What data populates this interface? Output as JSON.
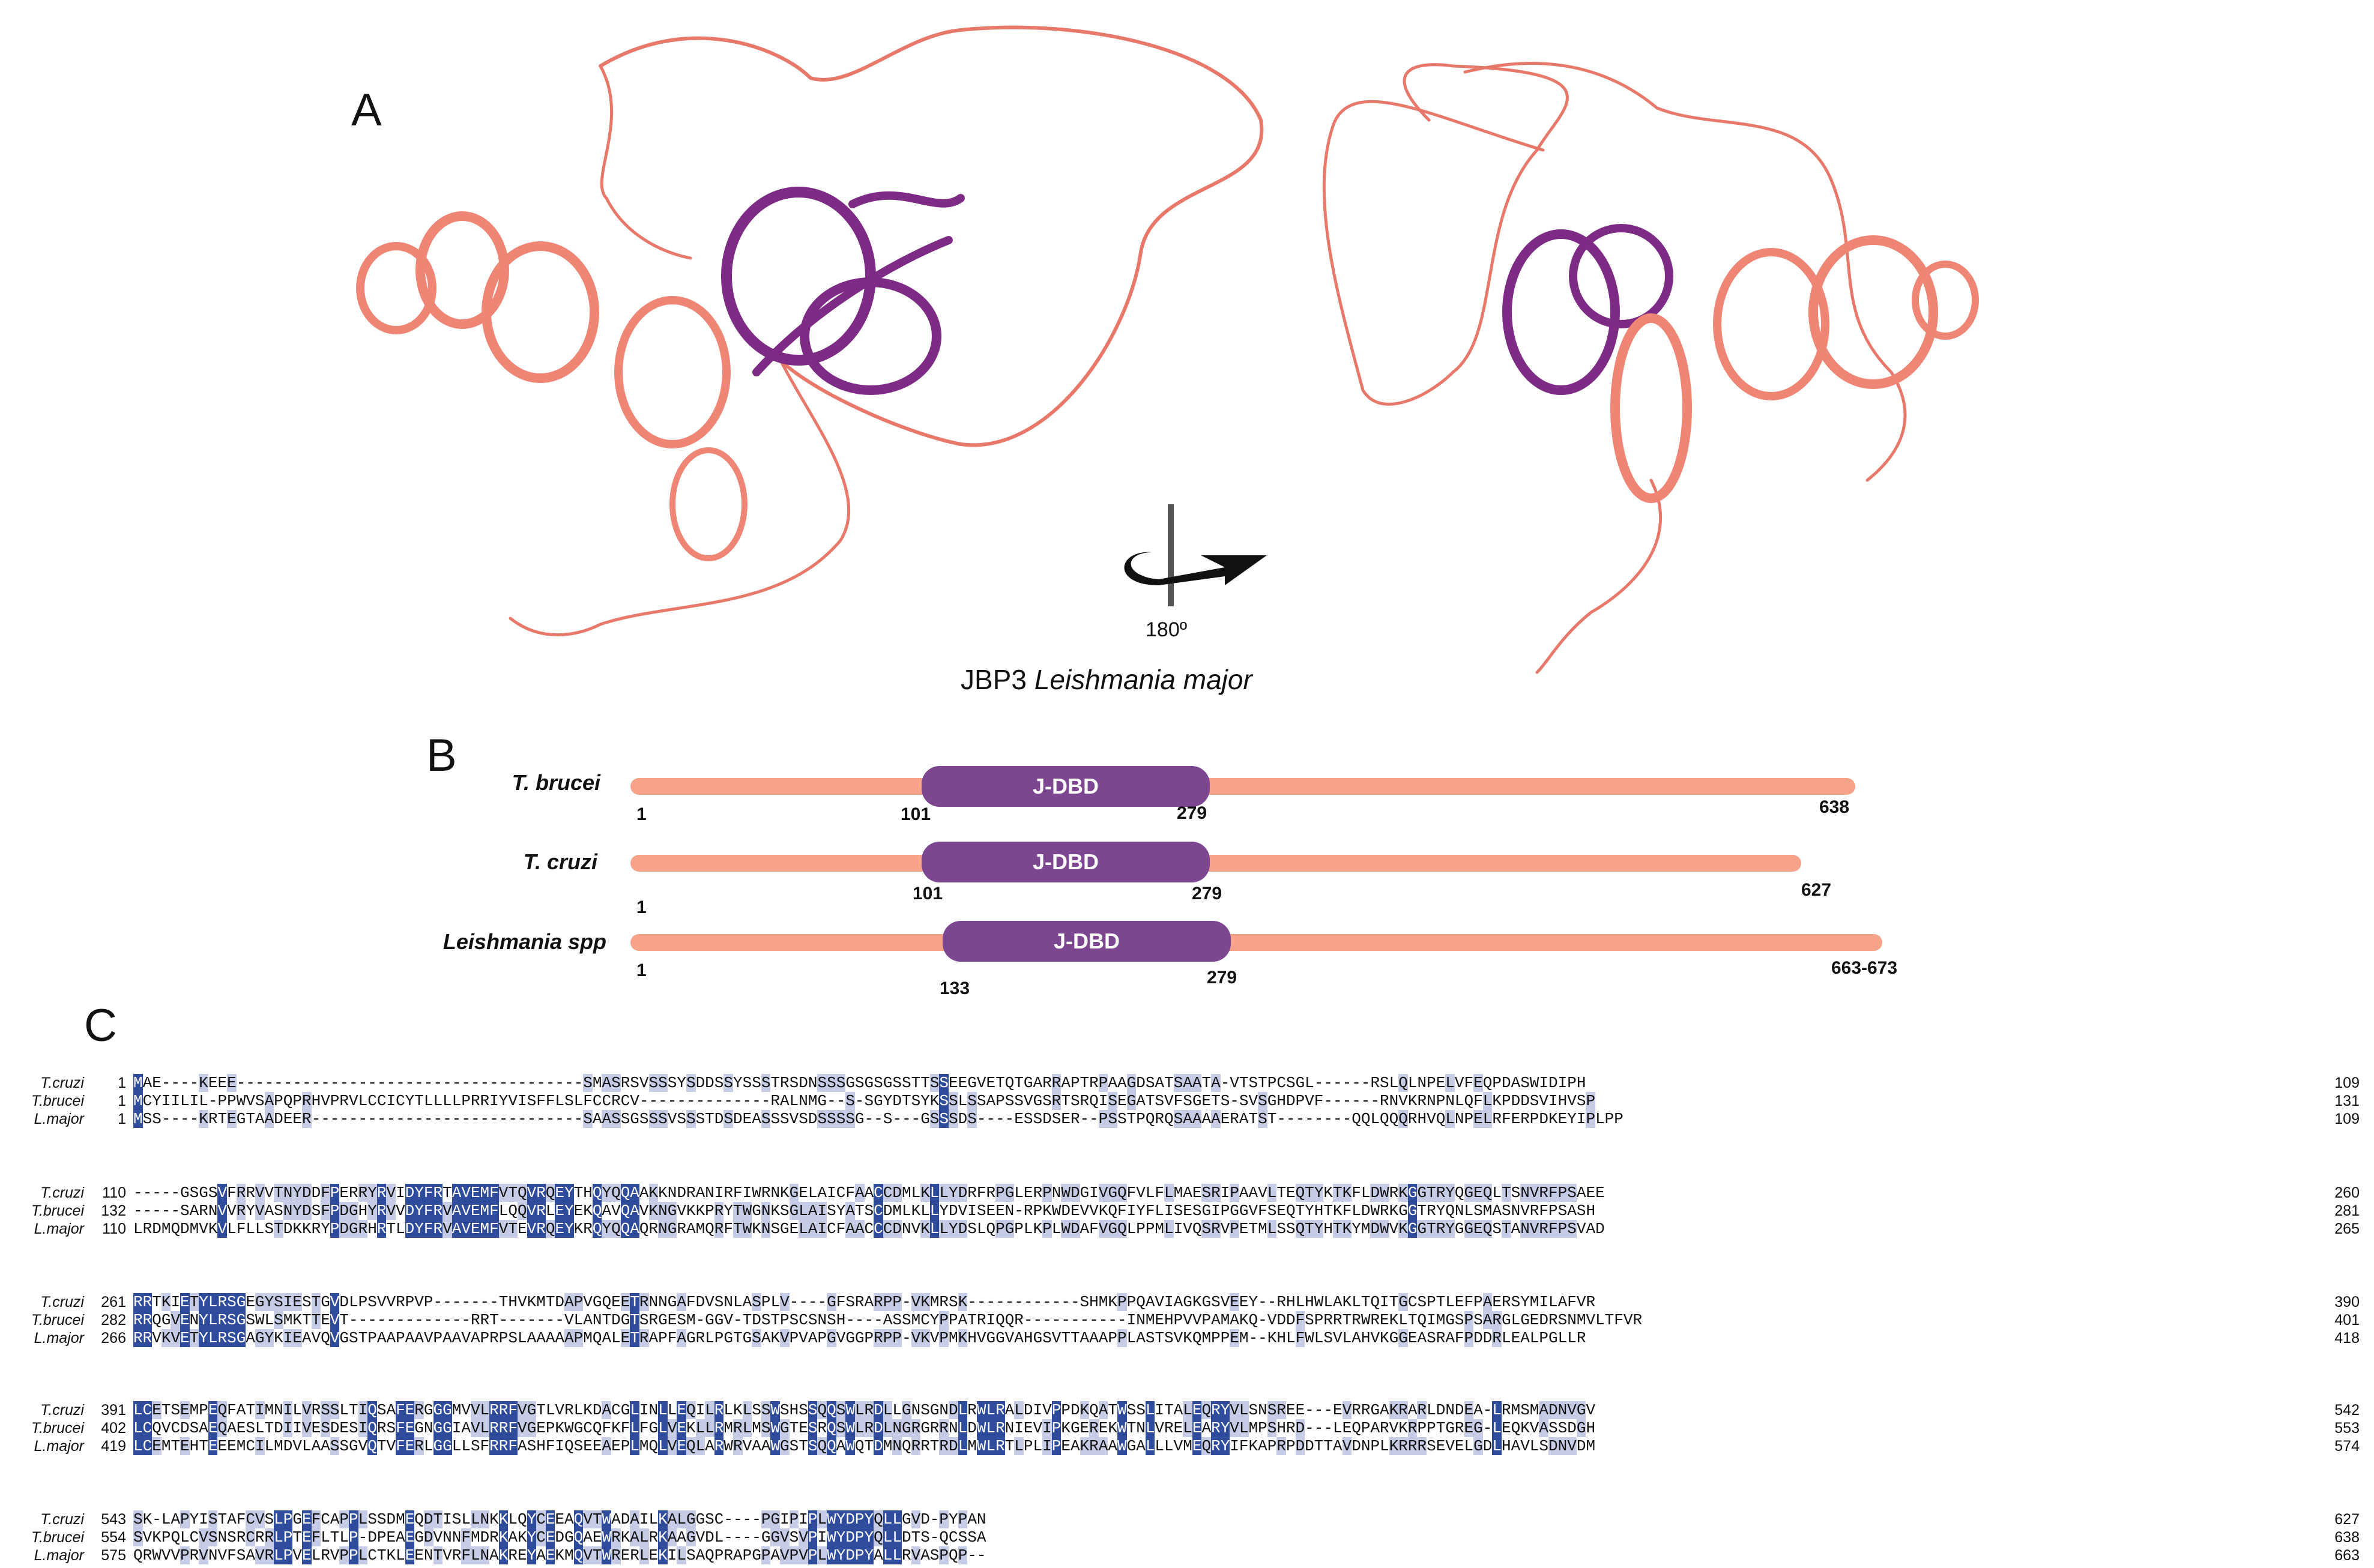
{
  "panelA": {
    "letter": "A",
    "rotation_label": "180º",
    "caption_prefix": "JBP3 ",
    "caption_species": "Leishmania major"
  },
  "panelB": {
    "letter": "B",
    "domain_label": "J-DBD",
    "proteins": [
      {
        "species": "T. brucei",
        "start": "1",
        "dbd_start": "101",
        "dbd_end": "279",
        "end": "638"
      },
      {
        "species": "T. cruzi",
        "start": "1",
        "dbd_start": "101",
        "dbd_end": "279",
        "end": "627"
      },
      {
        "species": "Leishmania spp",
        "start": "1",
        "dbd_start": "133",
        "dbd_end": "279",
        "end": "663-673"
      }
    ]
  },
  "panelC": {
    "letter": "C",
    "blocks": [
      {
        "rows": [
          {
            "name": "T.cruzi",
            "start": "1",
            "seq": "MAE----KEEE-------------------------------------SMASRSVSSSYSDDSSYSSSTRSDNSSSGSGSGSSTTSSEEGVETQTGARRAPTRPAAGDSATSAATA-VTSTPCSGL------RSLQLNPELVFEQPDASWIDIPH",
            "end": "109"
          },
          {
            "name": "T.brucei",
            "start": "1",
            "seq": "MCYIILIL-PPWVSAPQPRHVPRVLCCICYTLLLLPRRIYVISFFLSLFCCRCV--------------RALNMG--S-SGYDTSYKSSLSSAPSSVGSRTSRQISEGATSVFSGETS-SVSGHDPVF------RNVKRNPNLQFLKPDDSVIHVSP",
            "end": "131"
          },
          {
            "name": "L.major",
            "start": "1",
            "seq": "MSS----KRTEGTAADEER-----------------------------SAASSGSSSVSSSTDSDEASSSVSDSSSSG--S---GSSSDS----ESSDSER--PSSTPQRQSAAAAERATST--------QQLQQQRHVQLNPELRFERPDKEYIPLPP",
            "end": "109"
          }
        ]
      },
      {
        "rows": [
          {
            "name": "T.cruzi",
            "start": "110",
            "seq": "-----GSGSVFRRVVTNYDDFPERRYRVIDYFRTAVEMFVTQVRQEYTHQYQQAAKKNDRANIRFIWRNKGELAICFAACCDMLKLLYDRFRPGLERPNWDGIVGQFVLFLMAESRIPAAVLTEQTYKTKFLDWRKGGTRYQGEQLTSNVRFPSAEE",
            "end": "260"
          },
          {
            "name": "T.brucei",
            "start": "132",
            "seq": "-----SARNVVRYVASNYDSFPDGHYRVVDYFRVAVEMFLQQVRLEYEKQAVQAVKNGVKKPRYTWGNKSGLAISYATSCDMLKLLYDVISEEN-RPKWDEVVKQFIYFLISESGIPGGVFSEQTYHTKFLDWRKGGTRYQNLSMASNVRFPSASH",
            "end": "281"
          },
          {
            "name": "L.major",
            "start": "110",
            "seq": "LRDMQDMVKVLFLLSTDKKRYPDGRHRTLDYFRVAVEMFVTEVRQEYKRQYQQAQRNGRAMQRFTWKNSGELAICFAACCCDNVKLLYDSLQPGPLKPLWDAFVGQLPPMLIVQSRVPETMLSSQTYHTKYMDWVKGGTRYGGEQSTANVRFPSVAD",
            "end": "265"
          }
        ]
      },
      {
        "rows": [
          {
            "name": "T.cruzi",
            "start": "261",
            "seq": "RRTKIETYLRSGEGYSIESTGVDLPSVVRPVP-------THVKMTDAPVGQEETRNNGAFDVSNLASPLV----GFSRARPP-VKMRSK------------SHMKPPQAVIAGKGSVEEY--RHLHWLAKLTQITGCSPTLEFPAERSYMILAFVR",
            "end": "390"
          },
          {
            "name": "T.brucei",
            "start": "282",
            "seq": "RRQGVENYLRSGSWLSMKTTEVT-------------RRT-------VLANTDGTSRGESM-GGV-TDSTPSCSNSH----ASSMCYPPATRIQQR-----------INMEHPVVPAMAKQ-VDDFSPRRTRWREKLTQIMGSPSARGLGEDRSNMVLTFVR",
            "end": "401"
          },
          {
            "name": "L.major",
            "start": "266",
            "seq": "RRVKVETYLRSGAGYKIEAVQVGSTPAAPAAVPAAVAPRPSLAAAAAPMQALETRAPFAGRLPGTGSAKVPVAPGVGGPRPP-VKVPMKHVGGVAHGSVTTAAAPPLASTSVKQMPPEM--KHLFWLSVLAHVKGGEASRAFPDDRLEALPGLLR",
            "end": "418"
          }
        ]
      },
      {
        "rows": [
          {
            "name": "T.cruzi",
            "start": "391",
            "seq": "LCETSEMPEQFATIMNILVRSSLTIQSAFERGGGMVVLRRFVGTLVRLKDACGLINLLEQILRLKLSSWSHSSQQSWLRDLLGNSGNDLRWLRALDIVPPDKQATWSSLITALEQRYVLSNSREE---EVRRGAKRARLDNDEA-LRMSMADNVGV",
            "end": "542"
          },
          {
            "name": "T.brucei",
            "start": "402",
            "seq": "LCQVCDSAEQAESLTDIIVESDESIQRSFEGNGGIAVLRRFVGEPKWGCQFKFLFGLVEKLLRMRLMSWGTESRQSWLRDLNGRGRRNLDWLRNIEVIPKGEREKWTNLVRELEARYVLMPSHRD---LEQPARVKRPPTGREG-LEQKVASSDGH",
            "end": "553"
          },
          {
            "name": "L.major",
            "start": "419",
            "seq": "LCEMTEHTEEEMCILMDVLAASSGVQTVFERLGGLLSFRRFASHFIQSEEAEPLMQLVEQLARWRVAAWGSTSQQAWQTDMNQRRTRDLMWLRTLPLIPEAKRAAWGALLLVMEQRYIFKAPRPDDTTAVDNPLKRRRSEVELGDLHAVLSDNVDM",
            "end": "574"
          }
        ]
      },
      {
        "rows": [
          {
            "name": "T.cruzi",
            "start": "543",
            "seq": "SK-LAPYISTAFCVSLPGEFCAPPLSSDMEQDTISLLNKKLQYCEEAQVTWADAILKALGGSC----PGIPIPLWYDPYQLLGVD-PYPAN",
            "end": "627"
          },
          {
            "name": "T.brucei",
            "start": "554",
            "seq": "SVKPQLCVSNSRCRRLPTEFLTLP-DPEAEGDVNNFMDRKAKYCEDGQAEWRKALRKAAGVDL----GGVSVPIWYDPYQLLDTS-QCSSA",
            "end": "638"
          },
          {
            "name": "L.major",
            "start": "575",
            "seq": "QRWVVPRVNVFSAVRLPVELRVPPLCTKLEENTVRFLNAKREYAEKMQVTWRERLEKILSAQPRAPGPAVPVPLWYDPYALLRVASPQP--",
            "end": "663"
          }
        ]
      }
    ]
  }
}
